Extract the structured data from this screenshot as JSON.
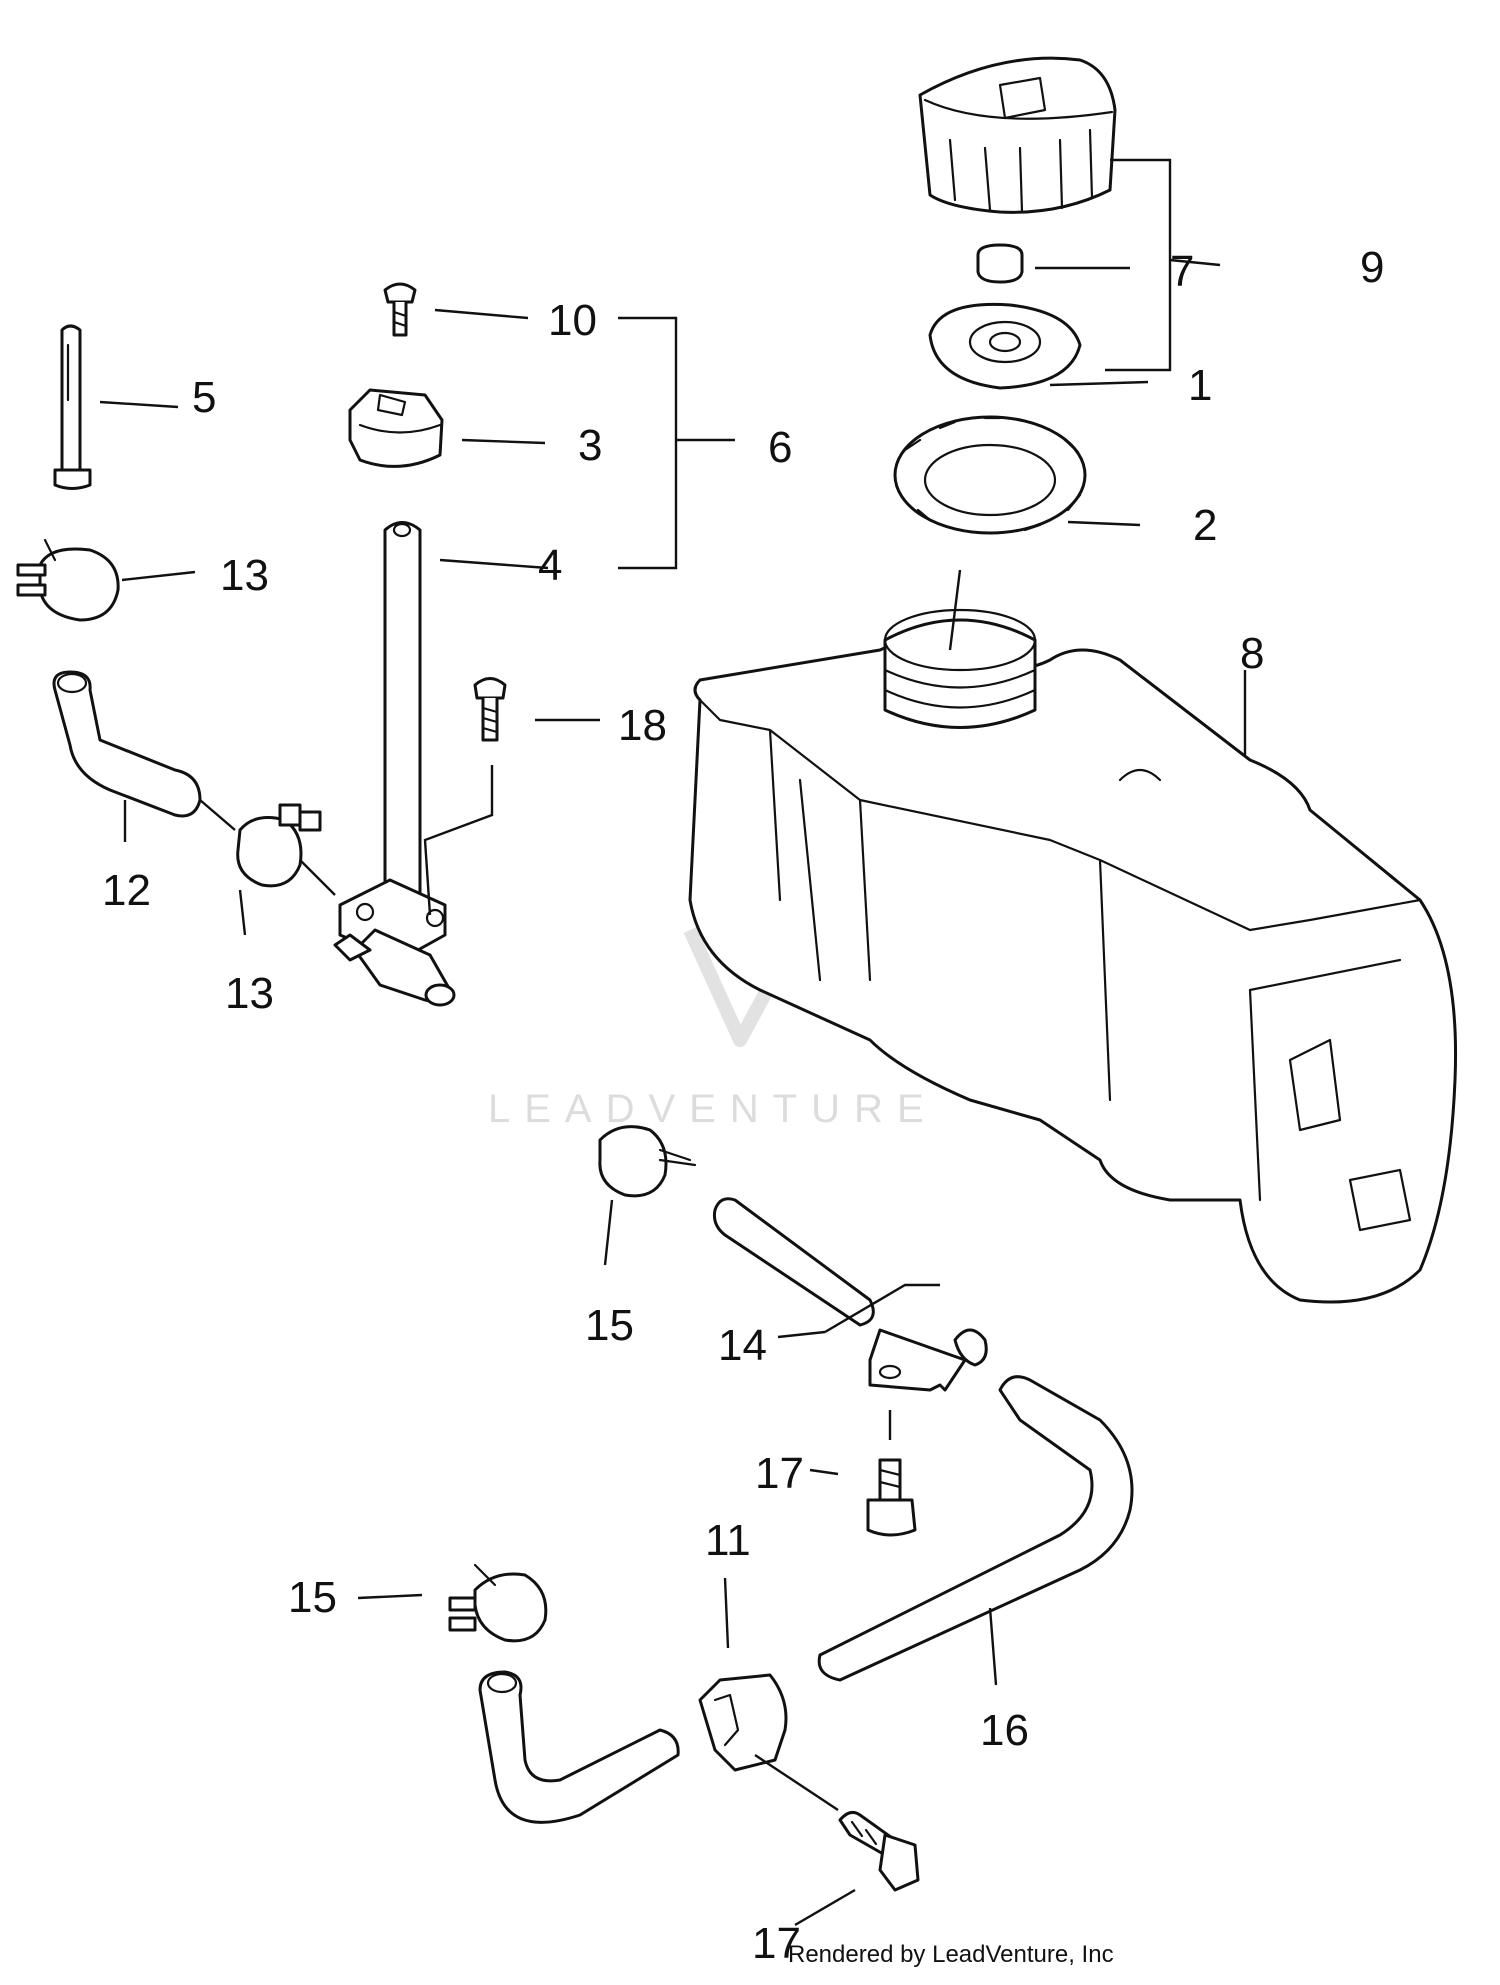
{
  "callouts": {
    "c1": "1",
    "c2": "2",
    "c3": "3",
    "c4": "4",
    "c5": "5",
    "c6": "6",
    "c7": "7",
    "c8": "8",
    "c9": "9",
    "c10": "10",
    "c11": "11",
    "c12": "12",
    "c13a": "13",
    "c13b": "13",
    "c14": "14",
    "c15a": "15",
    "c15b": "15",
    "c16": "16",
    "c17a": "17",
    "c17b": "17",
    "c18": "18"
  },
  "watermark": "LEADVENTURE",
  "credit": "Rendered by LeadVenture, Inc",
  "icons": {
    "watermark_logo": "leadventure-flame-logo-icon"
  }
}
